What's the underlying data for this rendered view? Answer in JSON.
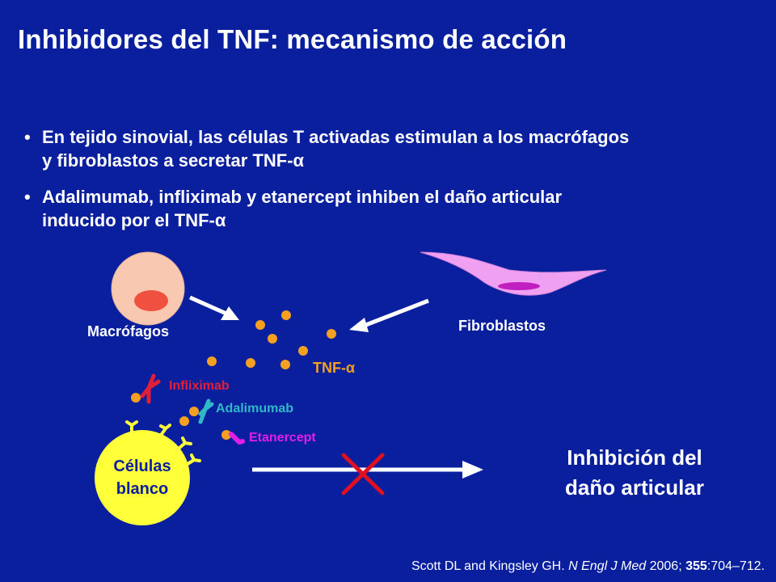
{
  "title": "Inhibidores del TNF: mecanismo de acción",
  "bullets": [
    {
      "line1": "En tejido sinovial, las células T activadas estimulan a los macrófagos",
      "line2": "y fibroblastos a secretar TNF-α"
    },
    {
      "line1": "Adalimumab, infliximab y etanercept inhiben el daño articular",
      "line2": "inducido por el TNF-α"
    }
  ],
  "bullet_symbol": "•",
  "diagram": {
    "macrophage_label": "Macrófagos",
    "fibroblast_label": "Fibroblastos",
    "tnf_label": "TNF-α",
    "infliximab_label": "Infliximab",
    "adalimumab_label": "Adalimumab",
    "etanercept_label": "Etanercept",
    "target_cell_line1": "Células",
    "target_cell_line2": "blanco",
    "result_line1": "Inhibición del",
    "result_line2": "daño articular"
  },
  "citation": {
    "authors": "Scott DL and Kingsley GH.",
    "journal": "N Engl J Med",
    "year": "2006;",
    "volume": "355",
    "pages": ":704–712."
  },
  "colors": {
    "background": "#0a1f9e",
    "tnf": "#f5a020",
    "infliximab": "#e0203a",
    "adalimumab": "#30b8c8",
    "etanercept": "#e020e8",
    "target_cell": "#ffff3a",
    "inhibition_x": "#e01020",
    "fibroblast": "#f0a0f0",
    "macrophage": "#f8c8b0",
    "nucleus": "#f05040"
  }
}
